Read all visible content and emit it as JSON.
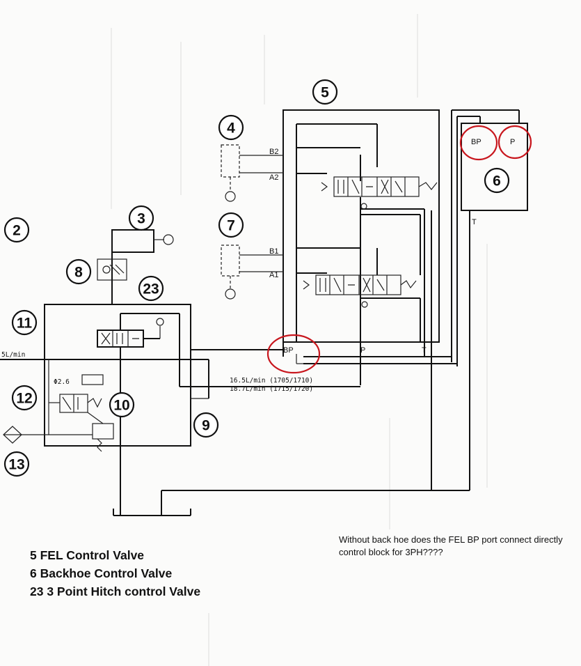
{
  "labels": {
    "n2": "2",
    "n3": "3",
    "n4": "4",
    "n5": "5",
    "n6": "6",
    "n7": "7",
    "n8": "8",
    "n9": "9",
    "n10": "10",
    "n11": "11",
    "n12": "12",
    "n13": "13",
    "n23": "23"
  },
  "ports": {
    "b2": "B2",
    "a2": "A2",
    "b1": "B1",
    "a1": "A1",
    "bp_fel": "BP",
    "p_fel": "P",
    "t_fel": "T",
    "bp_6": "BP",
    "p_6": "P",
    "t_6": "T"
  },
  "flows": {
    "left_flow": "5L/min",
    "flow1": "16.5L/min (1705/1710)",
    "flow2": "18.7L/min (1715/1720)",
    "orifice": "Φ2.6"
  },
  "legend": [
    "5 FEL Control Valve",
    "6 Backhoe Control Valve",
    "23 3 Point Hitch control Valve"
  ],
  "question": "Without back hoe does the FEL BP port connect directly  control block for 3PH????",
  "colors": {
    "highlight": "#c8161d",
    "ink": "#111111"
  }
}
